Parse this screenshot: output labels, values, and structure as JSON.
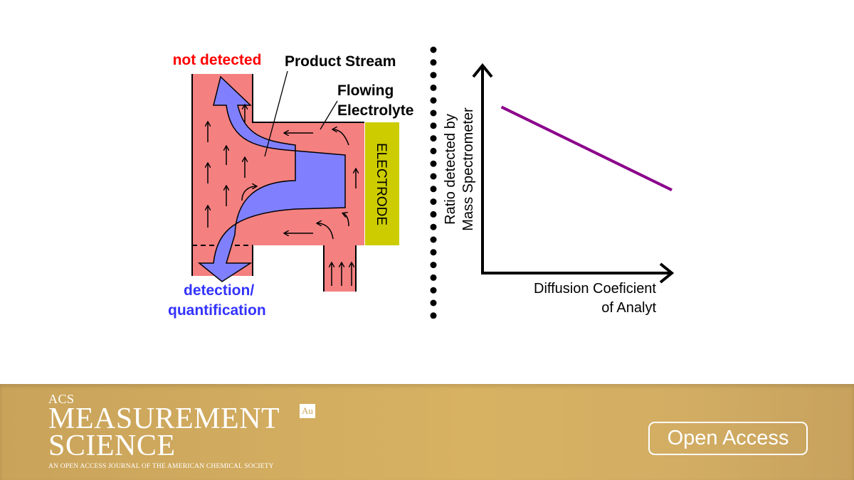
{
  "diagram": {
    "label_not_detected": "not detected",
    "label_product_stream": "Product Stream",
    "label_flowing_1": "Flowing",
    "label_flowing_2": "Electrolyte",
    "label_electrode": "ELECTRODE",
    "label_detection_1": "detection/",
    "label_detection_2": "quantification",
    "colors": {
      "channel": "#f48080",
      "stream": "#8080ff",
      "electrode": "#cccc00",
      "not_detected_text": "#ff0000",
      "detection_text": "#3333ff",
      "plot_line": "#8b008b"
    }
  },
  "plot": {
    "ylabel_1": "Ratio detected by",
    "ylabel_2": "Mass Spectrometer",
    "xlabel_1": "Diffusion Coeficient",
    "xlabel_2": "of Analyt"
  },
  "chart_data": {
    "type": "line",
    "xlabel": "Diffusion Coeficient of Analyt",
    "ylabel": "Ratio detected by Mass Spectrometer",
    "trend": "decreasing",
    "x": [
      0.1,
      1.0
    ],
    "y": [
      0.8,
      0.4
    ]
  },
  "banner": {
    "acs": "ACS",
    "title_line1": "MEASUREMENT",
    "title_line2": "SCIENCE",
    "au": "Au",
    "tagline": "AN OPEN ACCESS JOURNAL OF THE AMERICAN CHEMICAL SOCIETY",
    "open_access": "Open Access"
  }
}
